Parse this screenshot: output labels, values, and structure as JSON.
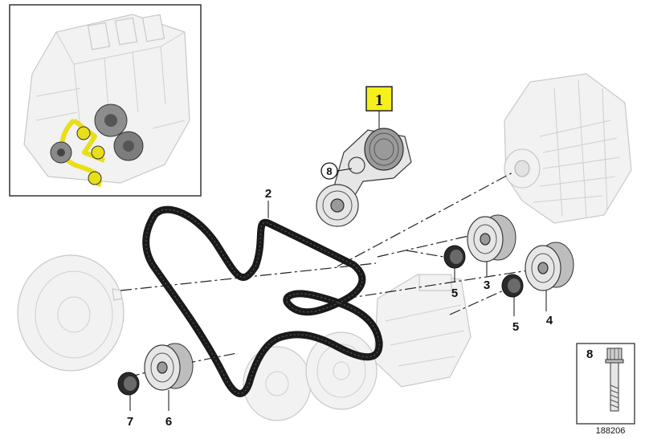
{
  "callouts": {
    "highlighted": "1",
    "belt": "2",
    "pulley_3": "3",
    "pulley_4": "4",
    "cap_5_upper": "5",
    "cap_5_lower": "5",
    "pulley_6": "6",
    "cap_7": "7",
    "bolt_circled": "8"
  },
  "legend": {
    "bolt_number": "8"
  },
  "reference_number": "188206",
  "colors": {
    "highlight_fill": "#f5ef1c",
    "highlight_stroke": "#222222",
    "belt": "#1a1a1a",
    "engine_highlight": "#e8df1a"
  }
}
